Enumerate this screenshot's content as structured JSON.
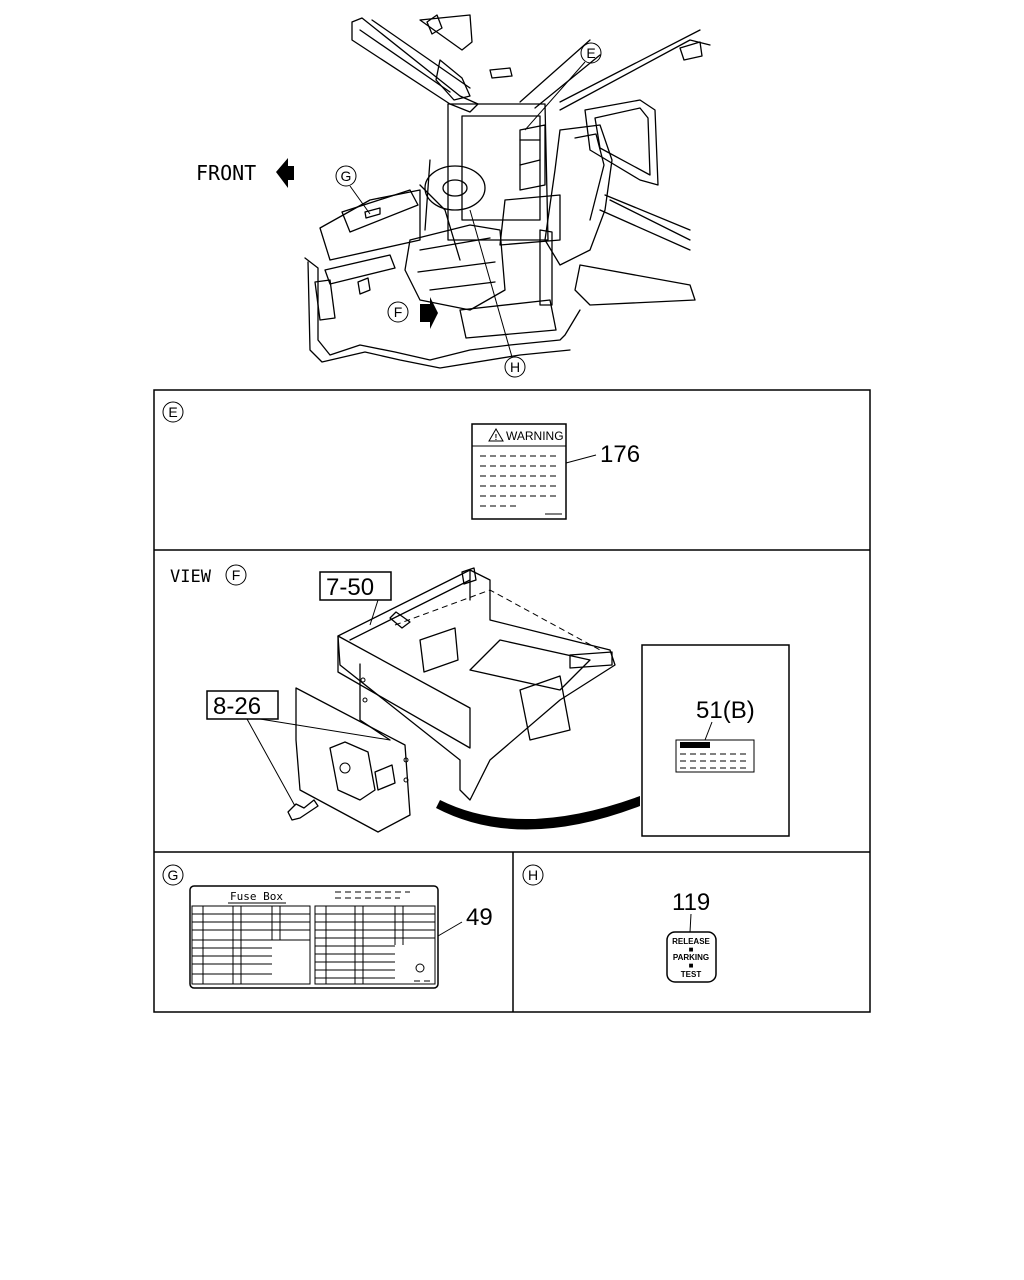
{
  "overview": {
    "front_label": "FRONT",
    "callouts": {
      "e": "E",
      "f": "F",
      "g": "G",
      "h": "H"
    }
  },
  "panel_e": {
    "marker": "E",
    "label_warning_text": "WARNING",
    "part_number": "176"
  },
  "panel_f": {
    "view_prefix": "VIEW",
    "marker": "F",
    "ref_top": "7-50",
    "ref_left": "8-26",
    "inset_part_number": "51(B)"
  },
  "panel_g": {
    "marker": "G",
    "fuse_box_title": "Fuse Box",
    "part_number": "49"
  },
  "panel_h": {
    "marker": "H",
    "part_number": "119",
    "badge_lines": [
      "RELEASE",
      "■",
      "PARKING",
      "■",
      "TEST"
    ]
  }
}
